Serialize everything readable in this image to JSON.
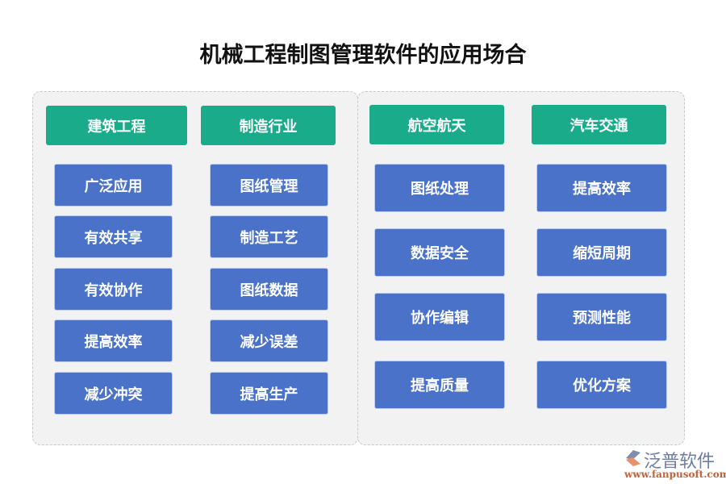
{
  "title": "机械工程制图管理软件的应用场合",
  "left_panel": {
    "columns": [
      {
        "header": "建筑工程",
        "items": [
          "广泛应用",
          "有效共享",
          "有效协作",
          "提高效率",
          "减少冲突"
        ]
      },
      {
        "header": "制造行业",
        "items": [
          "图纸管理",
          "制造工艺",
          "图纸数据",
          "减少误差",
          "提高生产"
        ]
      }
    ]
  },
  "right_panel": {
    "columns": [
      {
        "header": "航空航天",
        "items": [
          "图纸处理",
          "数据安全",
          "协作编辑",
          "提高质量"
        ]
      },
      {
        "header": "汽车交通",
        "items": [
          "提高效率",
          "缩短周期",
          "预测性能",
          "优化方案"
        ]
      }
    ]
  },
  "logo": {
    "name": "泛普软件",
    "url": "www.fanpusoft.com"
  },
  "colors": {
    "header": "#1aab8b",
    "item": "#4a72c8",
    "panel": "#f2f2f2"
  }
}
